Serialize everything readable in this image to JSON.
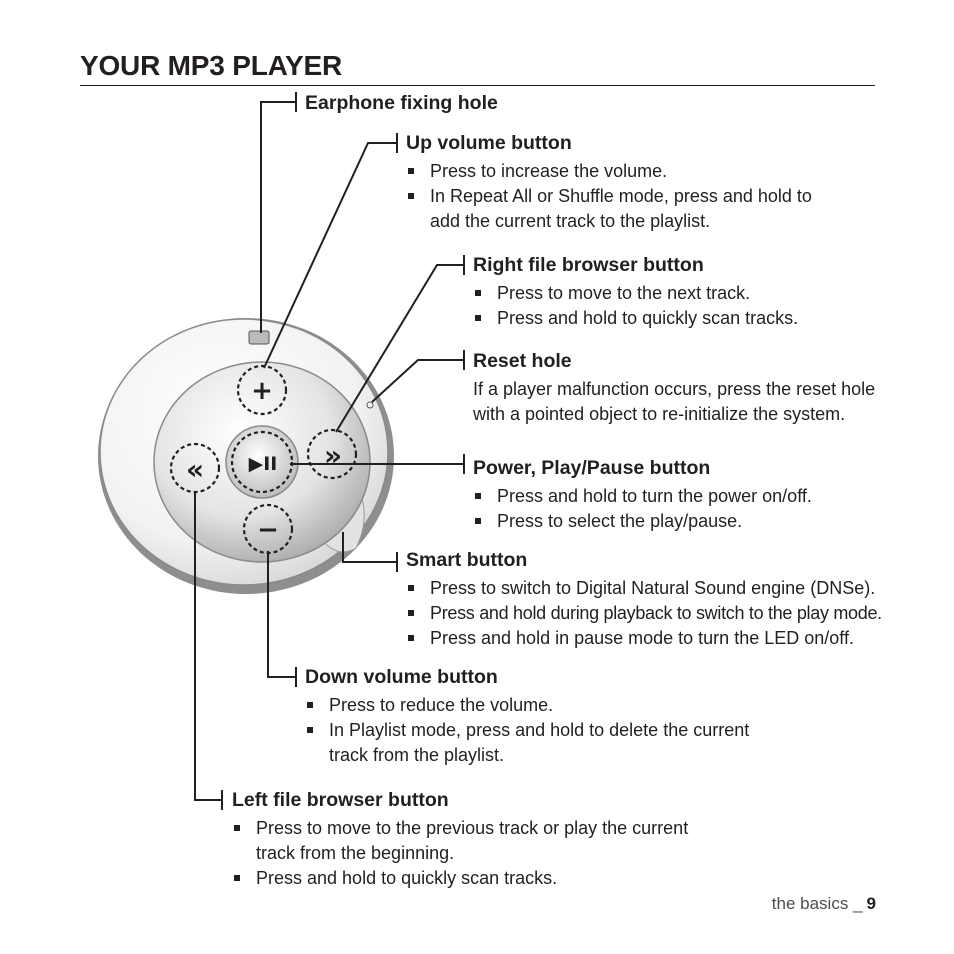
{
  "page": {
    "title": "YOUR MP3 PLAYER",
    "footer_section": "the basics _",
    "footer_page": "9"
  },
  "callouts": [
    {
      "id": "earphone",
      "heading": "Earphone fixing hole"
    },
    {
      "id": "up-volume",
      "heading": "Up volume button",
      "items": [
        "Press to increase the volume.",
        "In Repeat All or Shuffle mode, press and hold to",
        "add the current track to the playlist."
      ]
    },
    {
      "id": "right-browser",
      "heading": "Right file browser button",
      "items": [
        "Press to move to the next track.",
        "Press and hold to quickly scan tracks."
      ]
    },
    {
      "id": "reset",
      "heading": "Reset hole",
      "text": [
        "If a player malfunction occurs, press the reset hole",
        "with a pointed object to re-initialize the system."
      ]
    },
    {
      "id": "power-play",
      "heading": "Power, Play/Pause button",
      "items": [
        "Press and hold to turn the power on/off.",
        "Press to select the play/pause."
      ]
    },
    {
      "id": "smart",
      "heading": "Smart button",
      "items": [
        "Press to switch to Digital Natural Sound engine (DNSe).",
        "Press and hold during playback to switch to the play mode.",
        "Press and hold in pause mode to turn the LED on/off."
      ]
    },
    {
      "id": "down-volume",
      "heading": "Down volume button",
      "items": [
        "Press to reduce the volume.",
        "In Playlist mode, press and hold to delete the current",
        "track from the playlist."
      ]
    },
    {
      "id": "left-browser",
      "heading": "Left file browser button",
      "items": [
        "Press to move to the previous track or play the current",
        "track from the beginning.",
        "Press and hold to quickly scan tracks."
      ]
    }
  ],
  "device": {
    "up_symbol": "+",
    "down_symbol": "−",
    "right_symbol": "»",
    "left_symbol": "«",
    "play_symbol": "▶II"
  }
}
